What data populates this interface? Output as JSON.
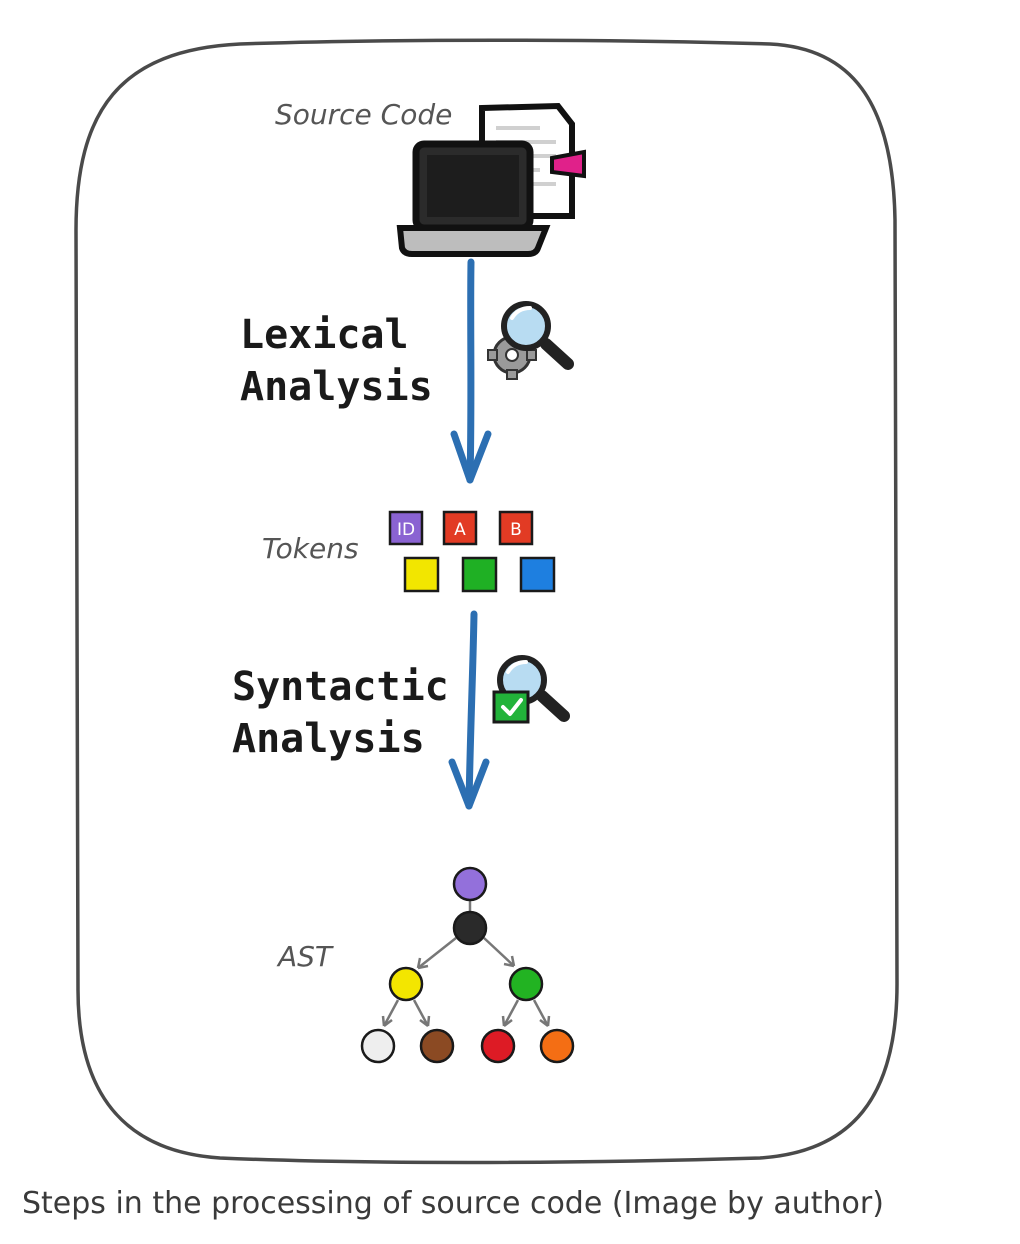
{
  "diagram": {
    "labels": {
      "source_code": "Source Code",
      "lexical_line1": "Lexical",
      "lexical_line2": "Analysis",
      "tokens": "Tokens",
      "syntactic_line1": "Syntactic",
      "syntactic_line2": "Analysis",
      "ast": "AST"
    },
    "tokens": [
      {
        "label": "ID",
        "color": "#8a63d2"
      },
      {
        "label": "A",
        "color": "#e23b24"
      },
      {
        "label": "B",
        "color": "#e23b24"
      },
      {
        "label": "",
        "color": "#f2e600"
      },
      {
        "label": "",
        "color": "#1fb024"
      },
      {
        "label": "",
        "color": "#1e7fe0"
      }
    ],
    "ast_node_colors": {
      "root": "#9370db",
      "child": "#2a2a2a",
      "left": "#f3e600",
      "right": "#22b322",
      "leaf1": "#eeeeee",
      "leaf2": "#8b4a23",
      "leaf3": "#dd1b25",
      "leaf4": "#f46e14"
    },
    "arrow_color": "#2c6fb2",
    "icons": [
      "laptop-icon",
      "document-icon",
      "magnifier-gear-icon",
      "magnifier-check-icon"
    ]
  },
  "caption": "Steps in the processing of source code (Image by author)"
}
